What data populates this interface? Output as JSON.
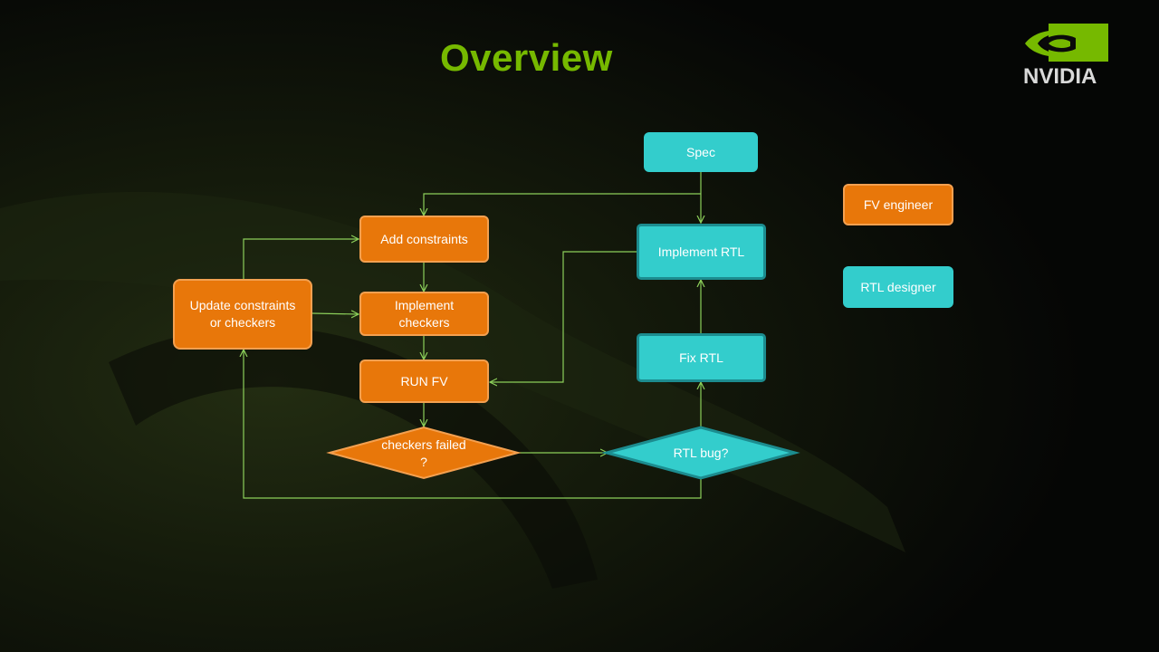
{
  "slide": {
    "title": "Overview"
  },
  "logo": {
    "wordmark": "NVIDIA",
    "brand_color": "#76b900"
  },
  "flow": {
    "spec": "Spec",
    "add_constraints": "Add constraints",
    "implement_checkers": "Implement checkers",
    "run_fv": "RUN FV",
    "checkers_failed": "checkers failed ?",
    "update": "Update constraints or checkers",
    "implement_rtl": "Implement RTL",
    "fix_rtl": "Fix RTL",
    "rtl_bug": "RTL bug?"
  },
  "legend": {
    "fv_engineer": "FV engineer",
    "rtl_designer": "RTL designer"
  },
  "colors": {
    "fv_engineer": "#e8770a",
    "rtl_designer": "#33cdcc",
    "connector": "#8ccf5a",
    "title": "#76b900"
  }
}
